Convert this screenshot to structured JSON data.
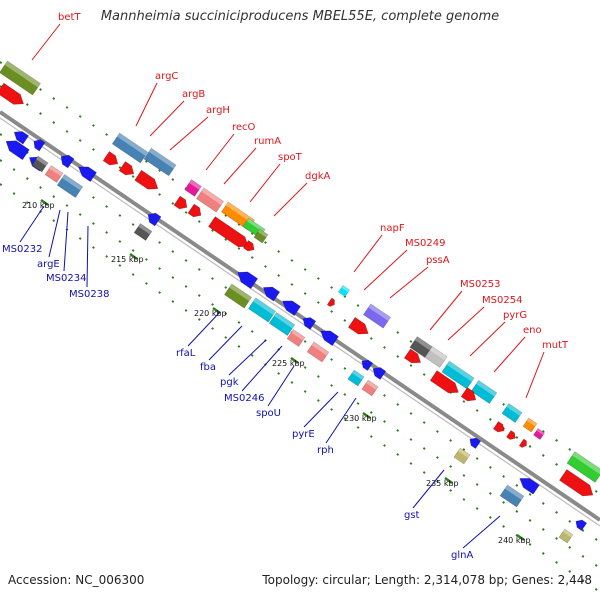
{
  "title": "Mannheimia succiniciproducens MBEL55E, complete genome",
  "footer": {
    "accession": "Accession: NC_006300",
    "summary": "Topology: circular; Length: 2,314,078 bp; Genes: 2,448"
  },
  "colors": {
    "backbone": "#8a8a8a",
    "tick": "#2e7d1e",
    "label_forward": "#e0161b",
    "label_reverse": "#1010b0",
    "cds_forward": "#ee1111",
    "cds_reverse": "#1a1af0"
  },
  "ticks": [
    {
      "kbp": 210,
      "label": "210 kbp"
    },
    {
      "kbp": 215,
      "label": "215 kbp"
    },
    {
      "kbp": 220,
      "label": "220 kbp"
    },
    {
      "kbp": 225,
      "label": "225 kbp"
    },
    {
      "kbp": 230,
      "label": "230 kbp"
    },
    {
      "kbp": 235,
      "label": "235 kbp"
    },
    {
      "kbp": 240,
      "label": "240 kbp"
    }
  ],
  "gene_labels": {
    "forward": [
      "betT",
      "argC",
      "argB",
      "argH",
      "recO",
      "rumA",
      "spoT",
      "dgkA",
      "napF",
      "MS0249",
      "pssA",
      "MS0253",
      "MS0254",
      "pyrG",
      "eno",
      "mutT"
    ],
    "reverse": [
      "MS0232",
      "argE",
      "MS0234",
      "MS0238",
      "rfaL",
      "fba",
      "pgk",
      "MS0246",
      "spoU",
      "pyrE",
      "rph",
      "gst",
      "glnA"
    ]
  }
}
